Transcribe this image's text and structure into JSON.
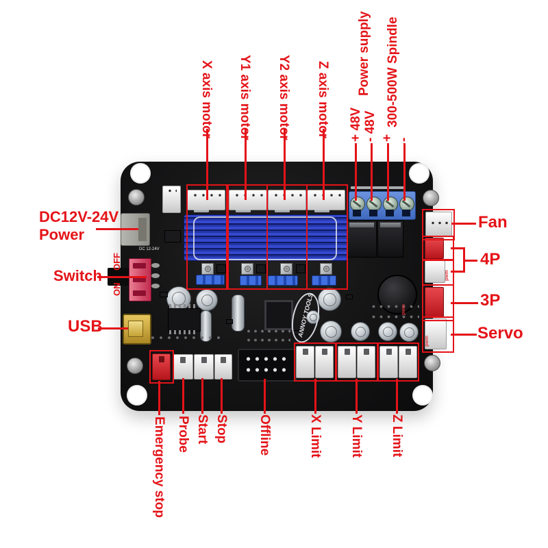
{
  "title": "CNC controller board annotated wiring diagram",
  "labels": {
    "motor_top": [
      "X axis motor",
      "Y1 axis motor",
      "Y2 axis motor",
      "Z axis motor"
    ],
    "power_top": {
      "plus_48v": "+ 48V",
      "power_supply": "Power supply",
      "minus_48v": "- 48V",
      "spindle_plus": "+",
      "spindle": "300-500W Spindle",
      "spindle_minus": "-"
    },
    "left": {
      "dc_power_line1": "DC12V-24V",
      "dc_power_line2": "Power",
      "switch": "Switch",
      "switch_off": "OFF",
      "switch_on": "ON",
      "usb": "USB"
    },
    "right": {
      "fan": "Fan",
      "four_p": "4P",
      "three_p": "3P",
      "servo": "Servo"
    },
    "bottom": [
      "Emergency stop",
      "Probe",
      "Start",
      "Stop",
      "Offline",
      "X Limit",
      "Y Limit",
      "Z Limit"
    ]
  },
  "board_silkscreen": {
    "dc_label": "DC 12-24V",
    "pwm_label": "pwm",
    "logo": "ANNOY TOOLS"
  },
  "colors": {
    "annotation_red": "#e41318",
    "board_black": "#151516",
    "heatsink_blue": "#2b3bb4",
    "terminal_blue": "#4a77cc",
    "connector_red": "#cf2128",
    "usb_gold": "#c9a43c"
  }
}
